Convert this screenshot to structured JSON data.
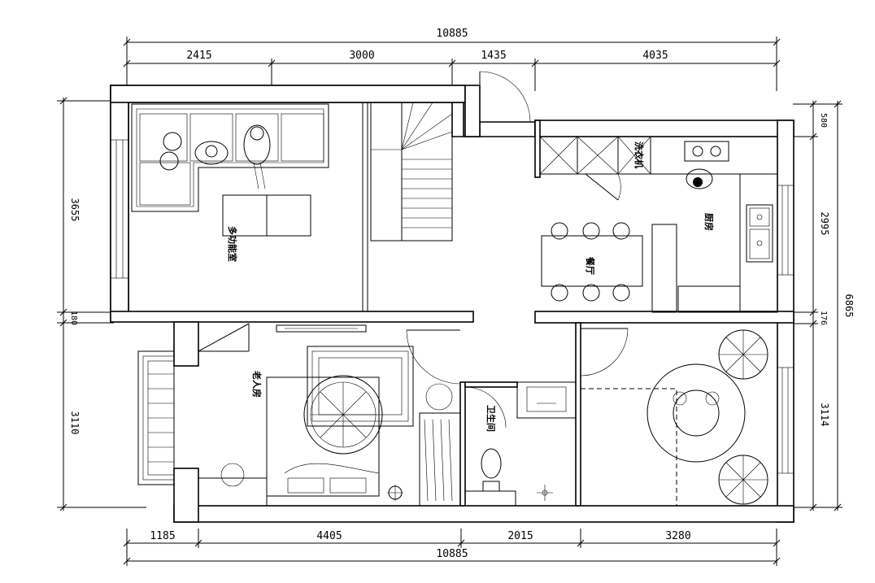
{
  "dimensions": {
    "top_total": "10885",
    "top_segments": [
      "2415",
      "3000",
      "1435",
      "4035"
    ],
    "bottom_total": "10885",
    "bottom_segments": [
      "1185",
      "4405",
      "2015",
      "3280"
    ],
    "left_segments": [
      "3655",
      "180",
      "3110"
    ],
    "right_segments": [
      "580",
      "2995",
      "176",
      "3114"
    ],
    "right_total": "6865"
  },
  "rooms": {
    "multi_function": "多功能室",
    "dining": "餐厅",
    "kitchen": "厨房",
    "washing_machine": "洗衣机",
    "elder_room": "老人房",
    "bathroom": "卫生间"
  }
}
